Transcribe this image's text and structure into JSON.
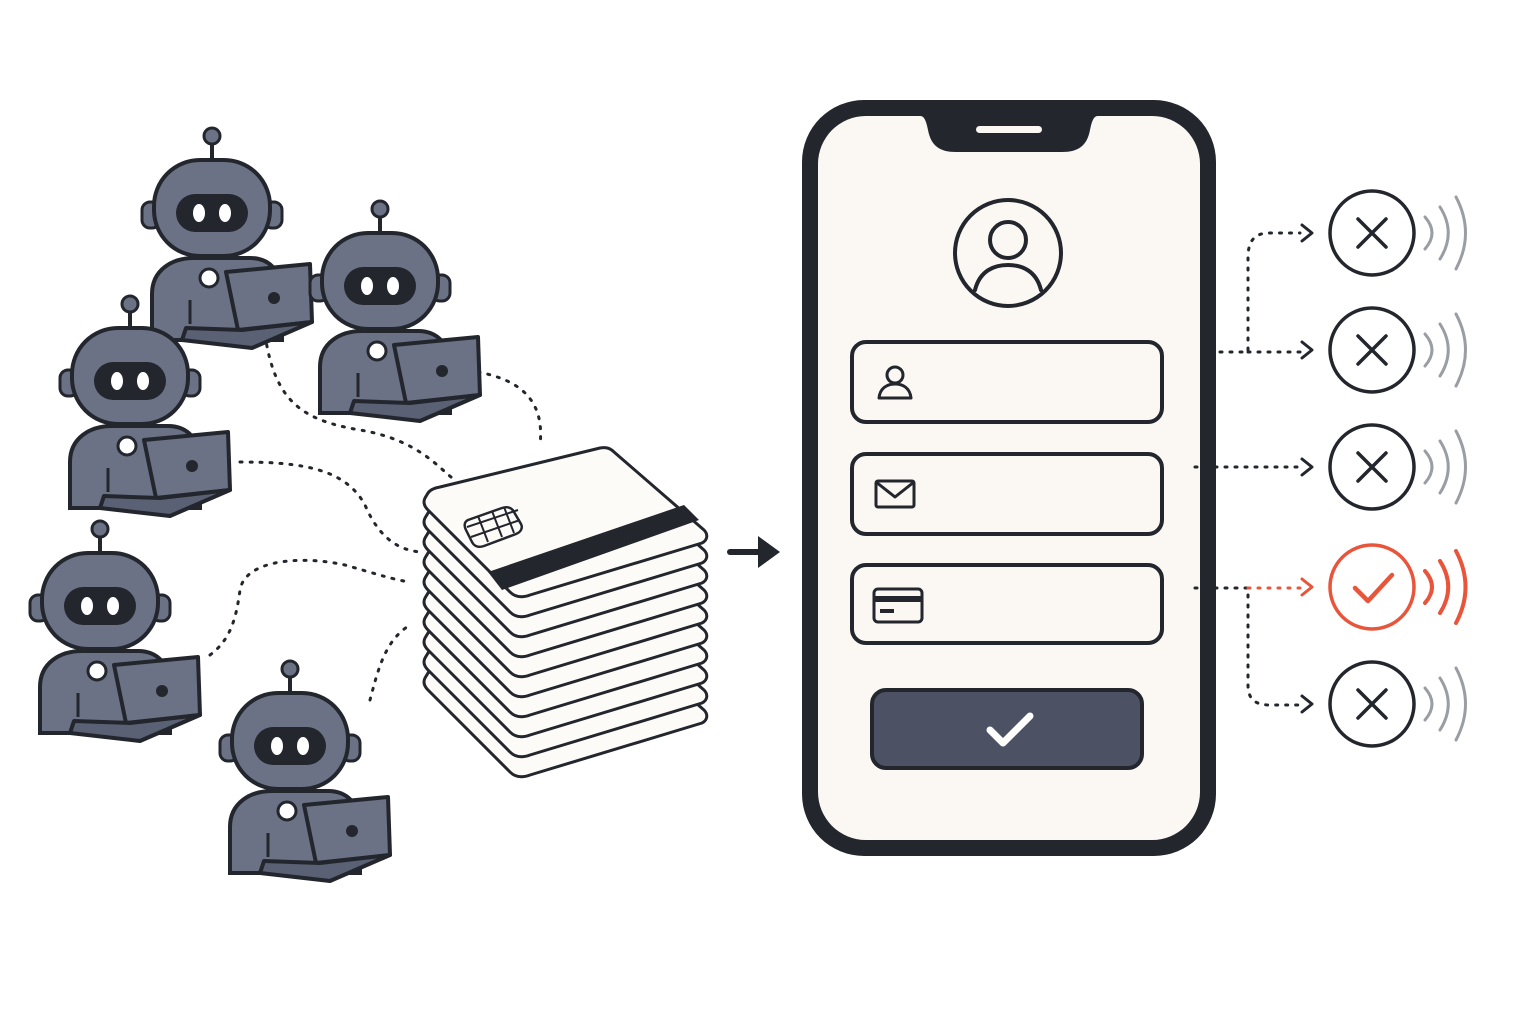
{
  "colors": {
    "ink": "#23262d",
    "robot_body": "#6b7285",
    "robot_shade": "#5a6174",
    "screen_bg": "#fbf8f4",
    "card_bg": "#fdfbf8",
    "button": "#4c5264",
    "success": "#e8553b",
    "wave_gray": "#9a9da3"
  },
  "diagram": {
    "robots": [
      {
        "id": "robot-1"
      },
      {
        "id": "robot-2"
      },
      {
        "id": "robot-3"
      },
      {
        "id": "robot-4"
      },
      {
        "id": "robot-5"
      }
    ],
    "card_stack": {
      "count": 10
    },
    "form": {
      "fields": [
        {
          "icon": "user-icon"
        },
        {
          "icon": "envelope-icon"
        },
        {
          "icon": "credit-card-icon"
        }
      ],
      "submit_icon": "checkmark-icon"
    },
    "results": [
      {
        "status": "rejected",
        "icon": "x-icon"
      },
      {
        "status": "rejected",
        "icon": "x-icon"
      },
      {
        "status": "rejected",
        "icon": "x-icon"
      },
      {
        "status": "accepted",
        "icon": "check-icon"
      },
      {
        "status": "rejected",
        "icon": "x-icon"
      }
    ]
  }
}
